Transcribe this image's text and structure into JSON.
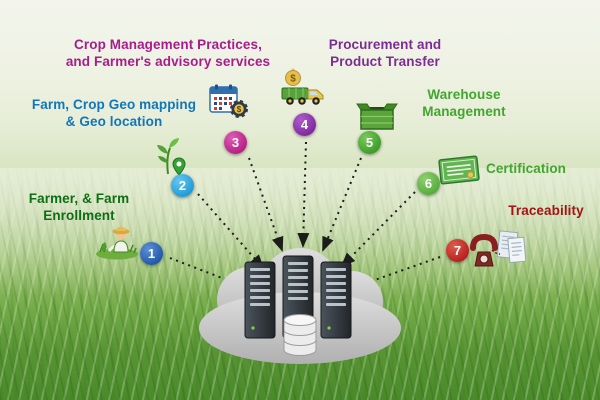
{
  "diagram": {
    "glyphs": {
      "dollar": "$"
    },
    "palette": {
      "background_top": "#f3f5ec",
      "grass_green": "#579434",
      "cloud_gray": "#c7c7c7",
      "server_dark": "#2e353b",
      "arrow_black": "#1c1c1c"
    },
    "center": {
      "icons": [
        "cloud-icon",
        "server-rack-icon",
        "database-icon"
      ]
    },
    "nodes": [
      {
        "number": "1",
        "lines": [
          "Farmer, & Farm",
          "Enrollment"
        ],
        "label_color": "#0d6e14",
        "badge_color": "#2058a8",
        "icon": "farmer-icon"
      },
      {
        "number": "2",
        "lines": [
          "Farm, Crop Geo mapping",
          "& Geo location"
        ],
        "label_color": "#1176bb",
        "badge_color": "#29a9e0",
        "icon": "plant-geo-location-icon"
      },
      {
        "number": "3",
        "lines": [
          "Crop Management Practices,",
          "and Farmer's advisory services"
        ],
        "label_color": "#a81c8c",
        "badge_color": "#c4268f",
        "icon": "calendar-advisory-icon"
      },
      {
        "number": "4",
        "lines": [
          "Procurement and",
          "Product Transfer"
        ],
        "label_color": "#7b2d93",
        "badge_color": "#8b2fa5",
        "icon": "procurement-truck-icon"
      },
      {
        "number": "5",
        "lines": [
          "Warehouse",
          "Management"
        ],
        "label_color": "#41a62e",
        "badge_color": "#3ea32c",
        "icon": "warehouse-box-icon"
      },
      {
        "number": "6",
        "lines": [
          "Certification"
        ],
        "label_color": "#41a62e",
        "badge_color": "#66bb4a",
        "icon": "certificate-icon"
      },
      {
        "number": "7",
        "lines": [
          "Traceability"
        ],
        "label_color": "#a31414",
        "badge_color": "#c62323",
        "icon": "traceability-phone-icon"
      }
    ]
  }
}
